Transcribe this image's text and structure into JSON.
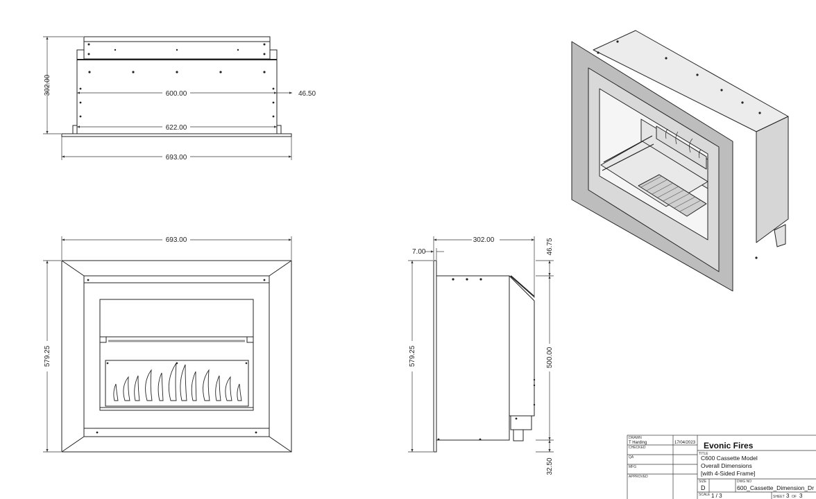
{
  "dimensions": {
    "top_height": "302.00",
    "top_inner_width": "600.00",
    "top_side_offset": "46.50",
    "top_flange_width": "622.00",
    "top_overall_width": "693.00",
    "front_overall_width": "693.00",
    "front_height": "579.25",
    "side_lip": "7.00",
    "side_depth": "302.00",
    "side_top_gap": "46.75",
    "side_height": "579.25",
    "side_body_height": "500.00",
    "side_bottom_gap": "32.50"
  },
  "title_block": {
    "drawn_label": "DRAWN",
    "drawn_by": "T Harding",
    "drawn_date": "17/04/2023",
    "checked_label": "CHECKED",
    "qa_label": "QA",
    "mfg_label": "MFG",
    "approved_label": "APPROVED",
    "company": "Evonic Fires",
    "title_label": "TITLE",
    "title_line1": "C600 Cassette Model",
    "title_line2": "Overall Dimensions",
    "title_line3": "[with 4-Sided Frame]",
    "size_label": "SIZE",
    "size": "D",
    "dwg_no_label": "DWG NO",
    "dwg_no": "600_Cassette_Dimension_Dr",
    "scale_label": "SCALE",
    "scale": "1 / 3",
    "sheet_label": "SHEET",
    "sheet": "3",
    "of_label": "OF",
    "sheet_total": "3"
  }
}
